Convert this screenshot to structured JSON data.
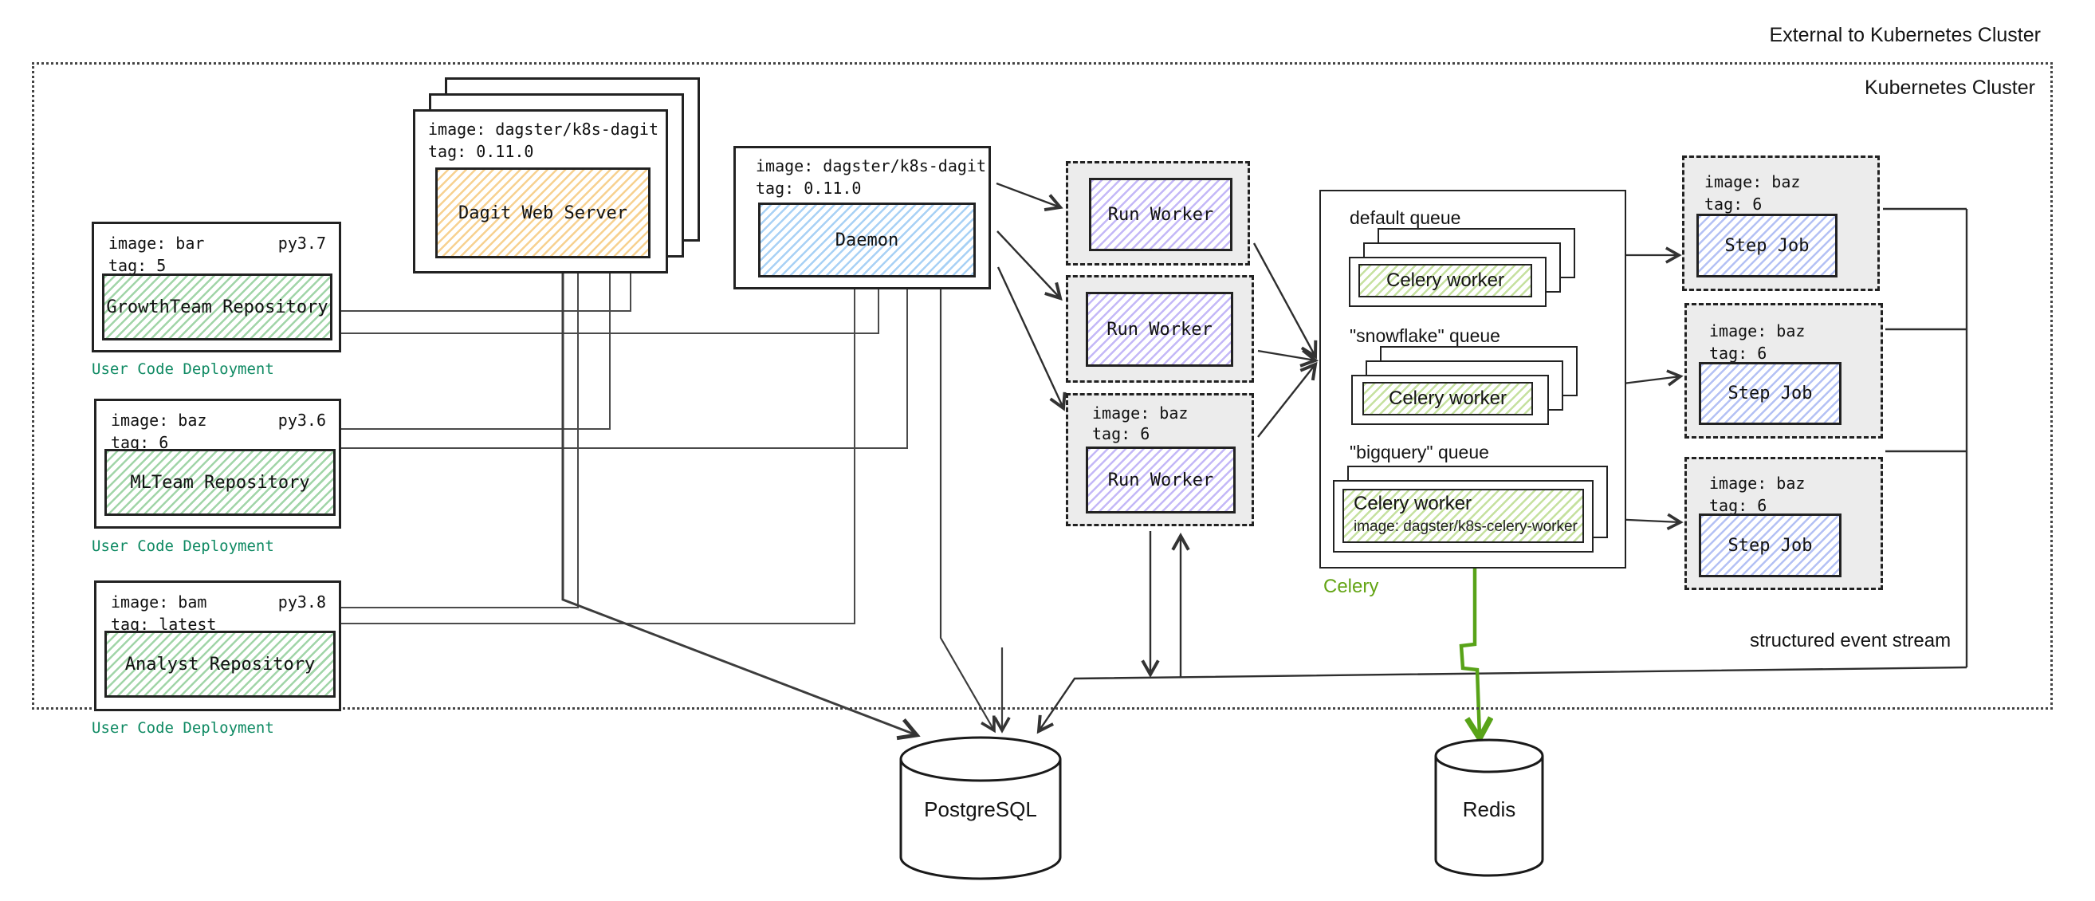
{
  "labels": {
    "external": "External to Kubernetes Cluster",
    "cluster": "Kubernetes Cluster",
    "event_stream": "structured event stream",
    "celery": "Celery",
    "postgres": "PostgreSQL",
    "redis": "Redis"
  },
  "deployments": [
    {
      "image": "image: bar",
      "py": "py3.7",
      "tag": "tag: 5",
      "repo": "GrowthTeam Repository",
      "caption": "User Code Deployment"
    },
    {
      "image": "image: baz",
      "py": "py3.6",
      "tag": "tag: 6",
      "repo": "MLTeam Repository",
      "caption": "User Code Deployment"
    },
    {
      "image": "image: bam",
      "py": "py3.8",
      "tag": "tag: latest",
      "repo": "Analyst Repository",
      "caption": "User Code Deployment"
    }
  ],
  "dagit": {
    "image": "image: dagster/k8s-dagit",
    "tag": "tag: 0.11.0",
    "label": "Dagit Web Server"
  },
  "daemon": {
    "image": "image: dagster/k8s-dagit",
    "tag": "tag: 0.11.0",
    "label": "Daemon"
  },
  "run_workers": [
    {
      "label": "Run Worker"
    },
    {
      "label": "Run Worker"
    },
    {
      "label": "Run Worker",
      "image": "image: baz",
      "tag": "tag: 6"
    }
  ],
  "queues": [
    {
      "name": "default queue",
      "worker": "Celery worker"
    },
    {
      "name": "\"snowflake\" queue",
      "worker": "Celery worker"
    },
    {
      "name": "\"bigquery\" queue",
      "worker": "Celery worker",
      "worker_image": "image: dagster/k8s-celery-worker"
    }
  ],
  "step_jobs": [
    {
      "image": "image: baz",
      "tag": "tag: 6",
      "label": "Step Job"
    },
    {
      "image": "image: baz",
      "tag": "tag: 6",
      "label": "Step Job"
    },
    {
      "image": "image: baz",
      "tag": "tag: 6",
      "label": "Step Job"
    }
  ],
  "colors": {
    "caption_green": "#0f8a63",
    "celery_green": "#63a414",
    "arrow_green": "#58a318",
    "wire_gray": "#3c3c3c",
    "repo_hatch": "#54b260",
    "dagit_hatch": "#f2b246",
    "daemon_hatch": "#6eb2ee",
    "run_worker_hatch": "#947ef0",
    "step_job_hatch": "#768eeb",
    "celery_hatch": "#96c850"
  }
}
